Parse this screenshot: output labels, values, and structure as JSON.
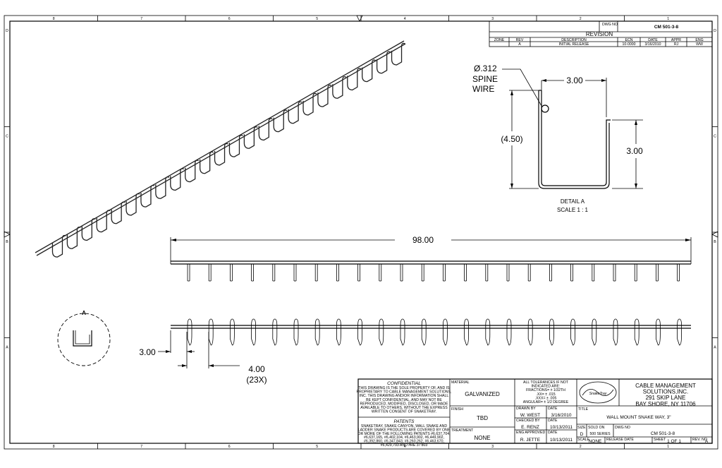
{
  "revision": {
    "header": "REVISION",
    "dwg_label": "DWG NO",
    "dwg_no": "CM 501-3-8",
    "columns": [
      "ZONE",
      "REV",
      "DESCRIPTION",
      "ECN",
      "DATE",
      "APPR",
      "ENG"
    ],
    "row": [
      "",
      "A",
      "INITIAL RELEASE",
      "10-0000",
      "3/16/2010",
      "RJ",
      "WW"
    ]
  },
  "detail": {
    "diameter": "Ø.312",
    "spine_line1": "SPINE",
    "spine_line2": "WIRE",
    "width": "3.00",
    "height_ref": "(4.50)",
    "short_leg": "3.00",
    "title": "DETAIL A",
    "scale": "SCALE 1 : 1"
  },
  "dimensions": {
    "overall_length": "98.00",
    "end_offset": "3.00",
    "pitch": "4.00",
    "count": "(23X)",
    "detail_callout": "A"
  },
  "border": {
    "top_columns": [
      "8",
      "7",
      "6",
      "5",
      "4",
      "3",
      "2",
      "1"
    ],
    "side_rows": [
      "D",
      "C",
      "B",
      "A"
    ]
  },
  "title_block": {
    "confidential_title": "CONFIDENTIAL",
    "confidential_lines": [
      "THIS DRAWING IS THE SOLE PROPERTY OF, AND IS",
      "PROPRIETARY TO CABLE MANAGEMENT SOLUTIONS,",
      "INC. THIS DRAWING AND/OR INFORMATION SHALL",
      "BE KEPT CONFIDENTIAL, AND MAY NOT BE",
      "REPRODUCED, MODIFIED, DISCLOSED, OR MADE",
      "AVAILABLE TO OTHERS, WITHOUT THE EXPRESS",
      "WRITTEN CONSENT OF SNAKETRAY."
    ],
    "patents_title": "PATENTS",
    "patents_lines": [
      "SNAKETRAY, SNAKE CANYON, WALL SNAKE AND",
      "LADDER SNAKE PRODUCTS ARE COVERED BY ONE",
      "OR MORE OF THE FOLLOWING PATENTS #6,637,704,",
      "#6,637,165, #6,402,104, #6,463,902, #6,449,902,",
      "#6,392,860, #6,347,843, #6,260,262, #6,463,670,",
      "#6,429,793 AND #RE 37'803"
    ],
    "material_label": "MATERIAL",
    "material": "GALVANIZED",
    "finish_label": "FINISH",
    "finish": "TBD",
    "treatment_label": "TREATMENT",
    "treatment": "NONE",
    "tolerances": [
      "ALL TOLERANCES IF NOT",
      "INDICATED ARE:",
      "FRACTIONS= ± 1/32TH",
      ".XX= ± .015",
      ".XXX= ± .005",
      "ANGULAR= ± 1/2 DEGREE"
    ],
    "drawn_by_label": "DRAWN BY",
    "drawn_by": "W. WEST",
    "drawn_date_label": "DATE",
    "drawn_date": "3/16/2010",
    "checked_by_label": "CHECKED BY",
    "checked_by": "E. RENZ",
    "checked_date_label": "DATE",
    "checked_date": "10/13/2011",
    "engineering_label": "ENG APPROVED",
    "engineering_by": "R. JETTE",
    "eng_date_label": "DATE",
    "eng_date": "10/13/2011",
    "logo_text": "SnakeTray",
    "company_lines": [
      "CABLE MANAGEMENT",
      "SOLUTIONS,INC.",
      "291 SKIP LANE",
      "BAY SHORE, NY 11706"
    ],
    "title_label": "TITLE",
    "title": "WALL MOUNT SNAKE WAY, 3\"",
    "size_label": "SIZE",
    "size": "D",
    "sold_on_label": "SOLD ON",
    "sold_on": "500 SERIES",
    "dwg_no_label": "DWG NO",
    "dwg_no": "CM 501-3-8",
    "scale_label": "SCALE",
    "scale": "NONE",
    "release_label": "RELEASE DATE",
    "sheet_label": "SHEET",
    "sheet": "1 OF 1",
    "rev_label": "REV. NO",
    "rev": "A"
  }
}
